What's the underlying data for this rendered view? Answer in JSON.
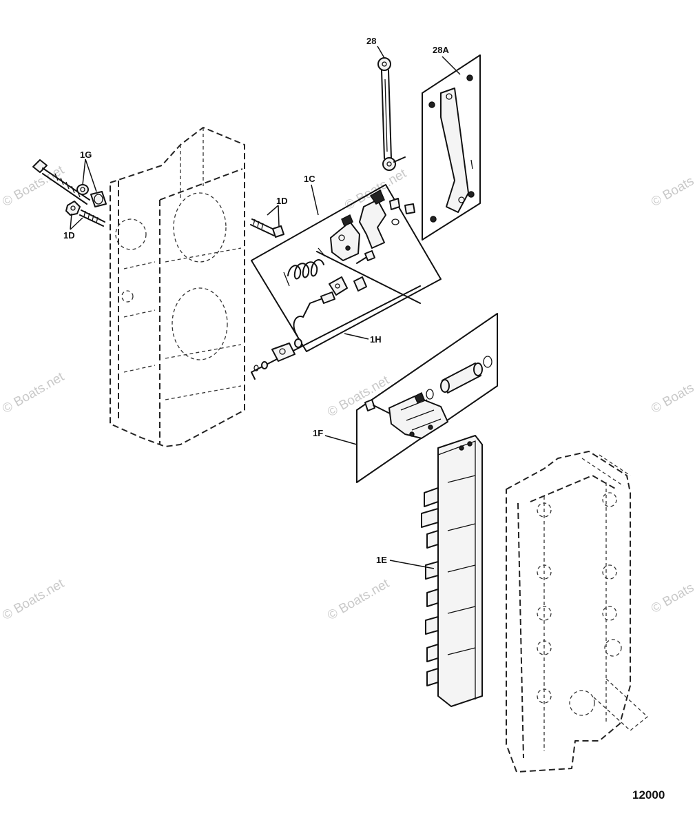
{
  "watermark": "© Boats.net",
  "figure_number": "12000",
  "callouts": {
    "c_28": "28",
    "c_28a": "28A",
    "c_1g": "1G",
    "c_1c": "1C",
    "c_1d_right": "1D",
    "c_1d_left": "1D",
    "c_1h": "1H",
    "c_1f": "1F",
    "c_1e": "1E"
  }
}
